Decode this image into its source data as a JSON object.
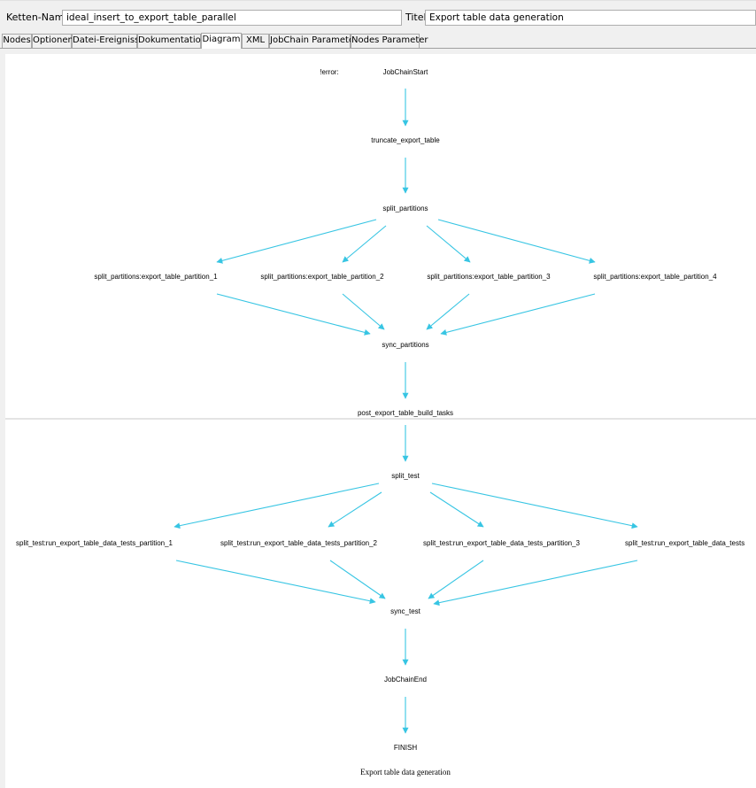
{
  "header": {
    "chain_name_label": "Ketten-Name",
    "chain_name_value": "ideal_insert_to_export_table_parallel",
    "title_label": "Titel",
    "title_value": "Export table data generation"
  },
  "tabs": [
    {
      "label": "Nodes"
    },
    {
      "label": "Optionen"
    },
    {
      "label": "Datei-Ereignisse"
    },
    {
      "label": "Dokumentation"
    },
    {
      "label": "Diagram"
    },
    {
      "label": "XML"
    },
    {
      "label": "JobChain Parameter"
    },
    {
      "label": "Nodes Parameter"
    }
  ],
  "active_tab": "Diagram",
  "diagram": {
    "error_label": "!error:",
    "nodes": [
      "JobChainStart",
      "truncate_export_table",
      "split_partitions",
      "split_partitions:export_table_partition_1",
      "split_partitions:export_table_partition_2",
      "split_partitions:export_table_partition_3",
      "split_partitions:export_table_partition_4",
      "sync_partitions",
      "post_export_table_build_tasks",
      "split_test",
      "split_test:run_export_table_data_tests_partition_1",
      "split_test:run_export_table_data_tests_partition_2",
      "split_test:run_export_table_data_tests_partition_3",
      "split_test:run_export_table_data_tests",
      "sync_test",
      "JobChainEnd",
      "FINISH"
    ],
    "footer": "Export table data generation",
    "edge_color": "#37c5e3"
  }
}
